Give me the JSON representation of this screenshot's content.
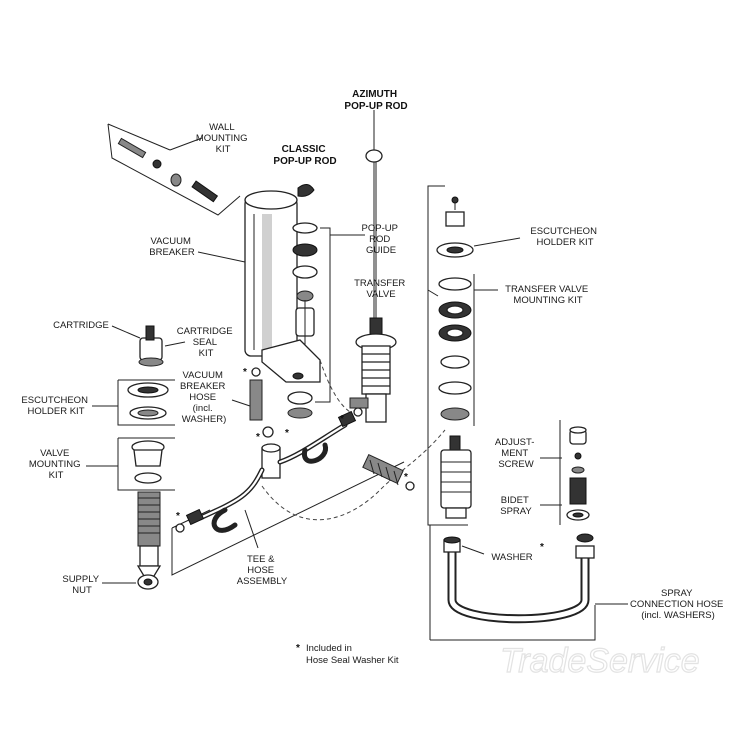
{
  "labels": {
    "azimuth": [
      "AZIMUTH",
      "POP-UP ROD"
    ],
    "classic": [
      "CLASSIC",
      "POP-UP ROD"
    ],
    "wall_mounting_kit": [
      "WALL",
      "MOUNTING",
      "KIT"
    ],
    "vacuum_breaker": [
      "VACUUM",
      "BREAKER"
    ],
    "popup_rod_guide": [
      "POP-UP",
      "ROD",
      "GUIDE"
    ],
    "escutcheon_holder_kit_right": [
      "ESCUTCHEON",
      "HOLDER KIT"
    ],
    "transfer_valve": [
      "TRANSFER",
      "VALVE"
    ],
    "transfer_valve_mounting_kit": [
      "TRANSFER VALVE",
      "MOUNTING KIT"
    ],
    "cartridge": [
      "CARTRIDGE"
    ],
    "cartridge_seal_kit": [
      "CARTRIDGE",
      "SEAL",
      "KIT"
    ],
    "vacuum_breaker_hose": [
      "VACUUM",
      "BREAKER",
      "HOSE",
      "(incl.",
      "WASHER)"
    ],
    "escutcheon_holder_kit_left": [
      "ESCUTCHEON",
      "HOLDER KIT"
    ],
    "valve_mounting_kit": [
      "VALVE",
      "MOUNTING",
      "KIT"
    ],
    "adjustment_screw": [
      "ADJUST-",
      "MENT",
      "SCREW"
    ],
    "bidet_spray": [
      "BIDET",
      "SPRAY"
    ],
    "washer": [
      "WASHER"
    ],
    "supply_nut": [
      "SUPPLY",
      "NUT"
    ],
    "tee_hose_assembly": [
      "TEE &",
      "HOSE",
      "ASSEMBLY"
    ],
    "spray_connection_hose": [
      "SPRAY",
      "CONNECTION HOSE",
      "(incl. WASHERS)"
    ],
    "footnote": [
      "Included in",
      "Hose Seal Washer Kit"
    ],
    "star": "*",
    "watermark": "TradeService"
  }
}
